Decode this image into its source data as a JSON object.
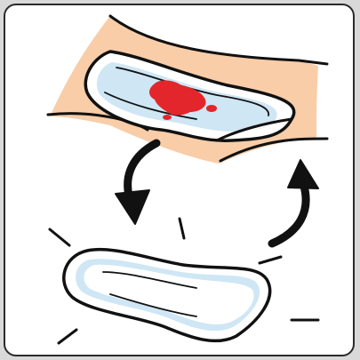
{
  "illustration": {
    "icons": [
      "skin-area",
      "used-pad-icon",
      "blood-stain",
      "swap-arrow-down-icon",
      "swap-arrow-up-icon",
      "fresh-pad-icon",
      "motion-lines"
    ],
    "colors": {
      "skin": "#f8cda8",
      "outline": "#111111",
      "pad_fill": "#ffffff",
      "pad_tint": "#cfe6f5",
      "blood": "#e3262b",
      "frame_border": "#2a2a2a",
      "page_background": "#d9d9d9"
    }
  }
}
